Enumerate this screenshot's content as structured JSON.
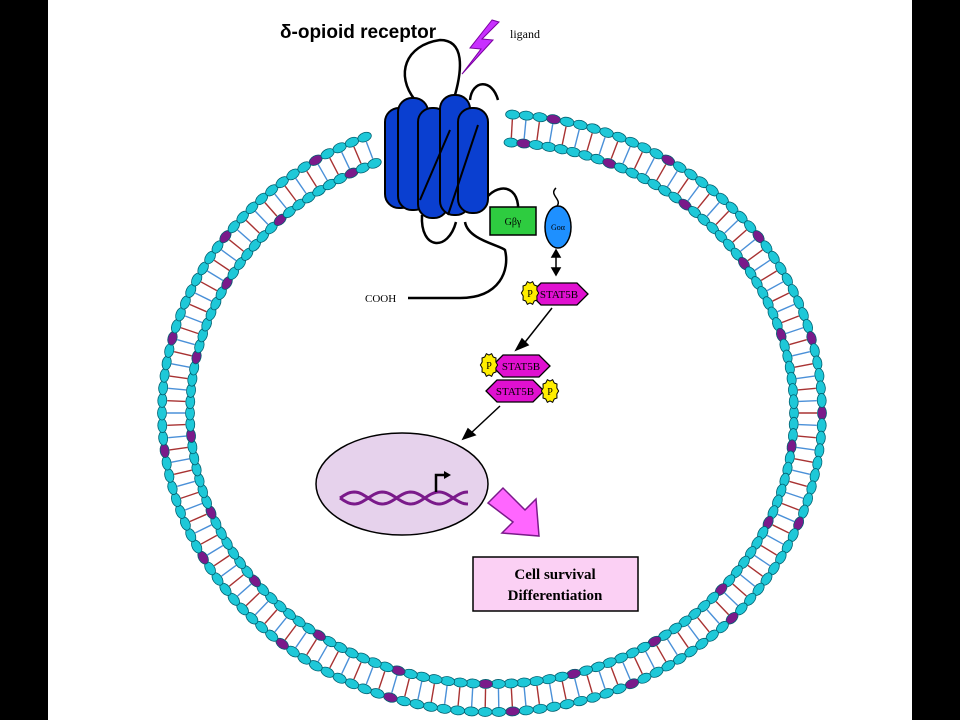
{
  "diagram": {
    "title": "δ-opioid receptor",
    "ligand_label": "ligand",
    "cooh_label": "COOH",
    "gby_label": "Gβγ",
    "goa_label": "Goα",
    "p_label": "P",
    "stat_label": "STAT5B",
    "outcome_line1": "Cell survival",
    "outcome_line2": "Differentiation",
    "colors": {
      "background": "#000000",
      "slide": "#ffffff",
      "lipid_head": "#1ec8d8",
      "lipid_head_alt": "#7a1a8a",
      "tail_blue": "#4a90d8",
      "tail_red": "#a83232",
      "receptor": "#0a3fd0",
      "gby_box": "#2ecc40",
      "goa": "#1e90ff",
      "phosphate": "#ffee00",
      "stat": "#e010d0",
      "nucleus": "#e6d2ec",
      "dna": "#7a1a8a",
      "arrow": "#ff66ff",
      "outcome_box": "#fbd0f4",
      "ligand": "#c830ff"
    },
    "icons": [
      "ligand-bolt-icon",
      "transcription-start-icon",
      "big-arrow-icon"
    ]
  }
}
